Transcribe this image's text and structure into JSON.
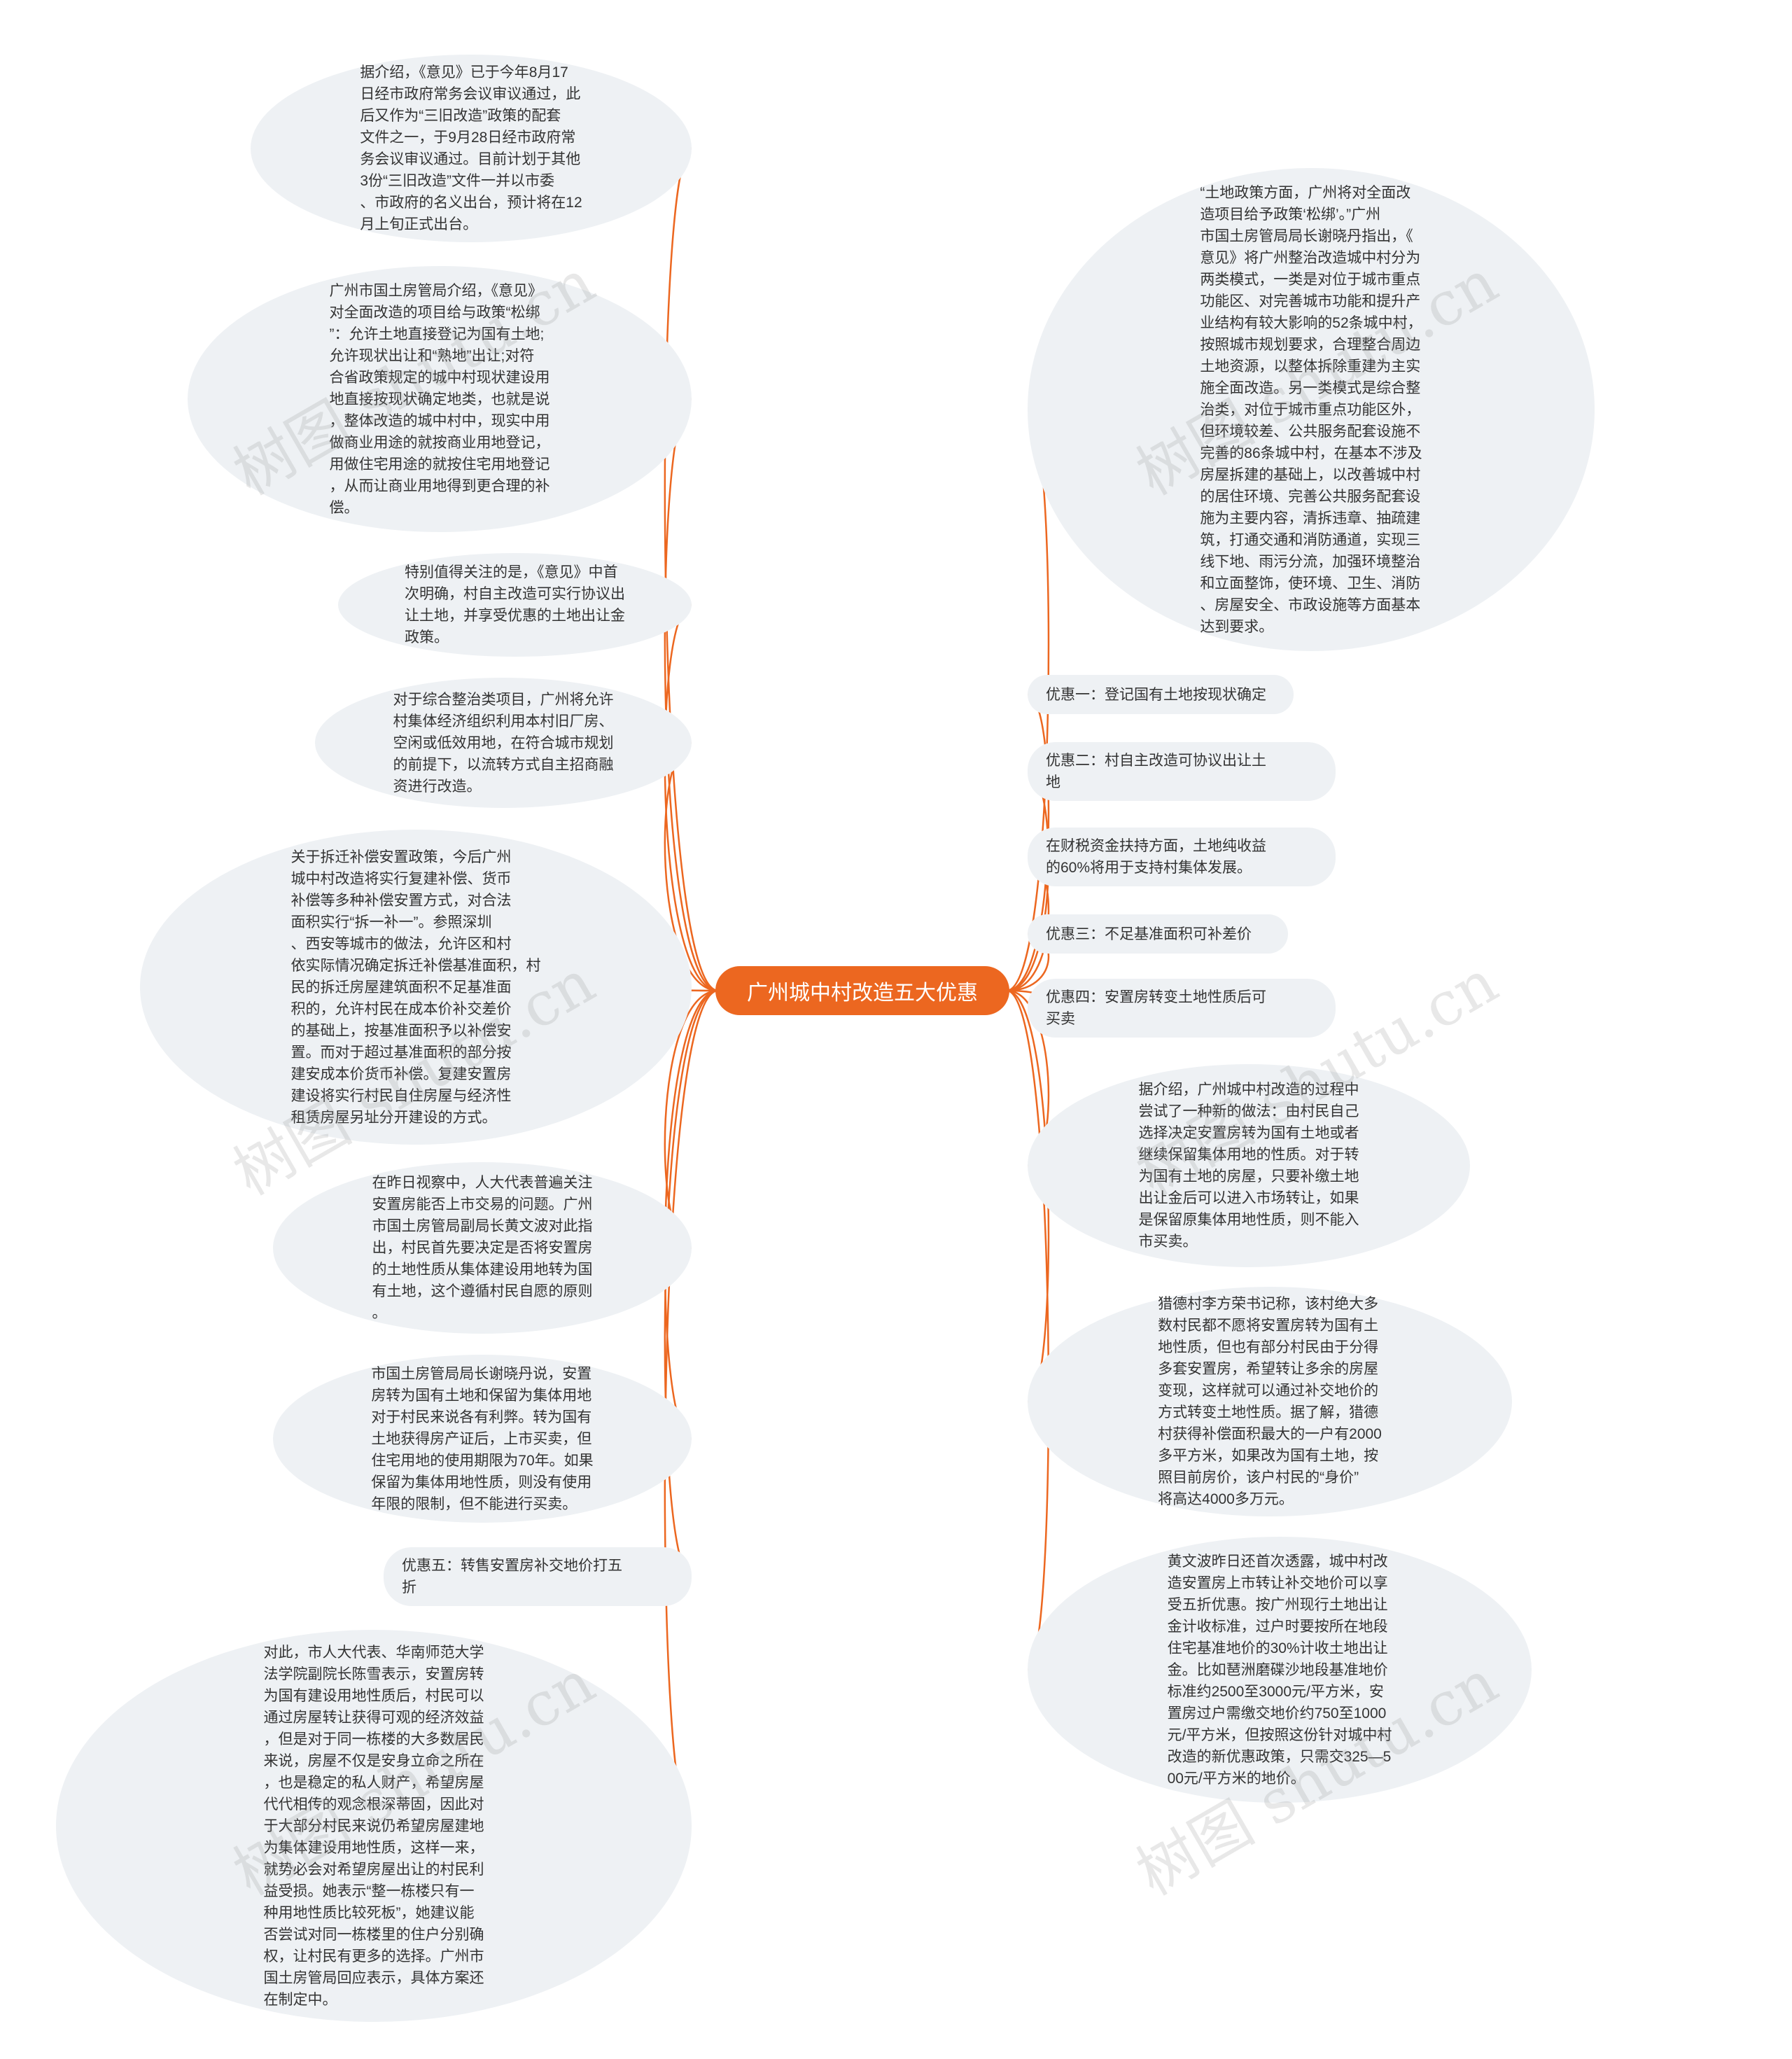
{
  "center": {
    "title": "广州城中村改造五大优惠"
  },
  "colors": {
    "accent": "#ec6720",
    "node_bg": "#eef1f4",
    "text": "#333333"
  },
  "watermark": "树图 shutu.cn",
  "left_nodes": [
    {
      "text": "据介绍，《意见》已于今年8月17\n日经市政府常务会议审议通过，此\n后又作为“三旧改造”政策的配套\n文件之一，于9月28日经市政府常\n务会议审议通过。目前计划于其他\n3份“三旧改造”文件一并以市委\n、市政府的名义出台，预计将在12\n月上旬正式出台。"
    },
    {
      "text": "广州市国土房管局介绍，《意见》\n对全面改造的项目给与政策“松绑\n”：允许土地直接登记为国有土地;\n允许现状出让和“熟地”出让;对符\n合省政策规定的城中村现状建设用\n地直接按现状确定地类，也就是说\n，整体改造的城中村中，现实中用\n做商业用途的就按商业用地登记，\n用做住宅用途的就按住宅用地登记\n，从而让商业用地得到更合理的补\n偿。"
    },
    {
      "text": "特别值得关注的是，《意见》中首\n次明确，村自主改造可实行协议出\n让土地，并享受优惠的土地出让金\n政策。"
    },
    {
      "text": "对于综合整治类项目，广州将允许\n村集体经济组织利用本村旧厂房、\n空闲或低效用地，在符合城市规划\n的前提下，以流转方式自主招商融\n资进行改造。"
    },
    {
      "text": "关于拆迁补偿安置政策，今后广州\n城中村改造将实行复建补偿、货币\n补偿等多种补偿安置方式，对合法\n面积实行“拆一补一”。参照深圳\n、西安等城市的做法，允许区和村\n依实际情况确定拆迁补偿基准面积，村\n民的拆迁房屋建筑面积不足基准面\n积的，允许村民在成本价补交差价\n的基础上，按基准面积予以补偿安\n置。而对于超过基准面积的部分按\n建安成本价货币补偿。复建安置房\n建设将实行村民自住房屋与经济性\n租赁房屋另址分开建设的方式。"
    },
    {
      "text": "在昨日视察中，人大代表普遍关注\n安置房能否上市交易的问题。广州\n市国土房管局副局长黄文波对此指\n出，村民首先要决定是否将安置房\n的土地性质从集体建设用地转为国\n有土地，这个遵循村民自愿的原则\n。"
    },
    {
      "text": "市国土房管局局长谢晓丹说，安置\n房转为国有土地和保留为集体用地\n对于村民来说各有利弊。转为国有\n土地获得房产证后，上市买卖，但\n住宅用地的使用期限为70年。如果\n保留为集体用地性质，则没有使用\n年限的限制，但不能进行买卖。"
    },
    {
      "text": "优惠五：转售安置房补交地价打五\n折"
    },
    {
      "text": "对此，市人大代表、华南师范大学\n法学院副院长陈雪表示，安置房转\n为国有建设用地性质后，村民可以\n通过房屋转让获得可观的经济效益\n，但是对于同一栋楼的大多数居民\n来说，房屋不仅是安身立命之所在\n，也是稳定的私人财产，希望房屋\n代代相传的观念根深蒂固，因此对\n于大部分村民来说仍希望房屋建地\n为集体建设用地性质，这样一来，\n就势必会对希望房屋出让的村民利\n益受损。她表示“整一栋楼只有一\n种用地性质比较死板”，她建议能\n否尝试对同一栋楼里的住户分别确\n权，让村民有更多的选择。广州市\n国土房管局回应表示，具体方案还\n在制定中。"
    }
  ],
  "right_nodes": [
    {
      "text": "“土地政策方面，广州将对全面改\n造项目给予政策‘松绑’。”广州\n市国土房管局局长谢晓丹指出，《\n意见》将广州整治改造城中村分为\n两类模式，一类是对位于城市重点\n功能区、对完善城市功能和提升产\n业结构有较大影响的52条城中村，\n按照城市规划要求，合理整合周边\n土地资源，以整体拆除重建为主实\n施全面改造。另一类模式是综合整\n治类，对位于城市重点功能区外，\n但环境较差、公共服务配套设施不\n完善的86条城中村，在基本不涉及\n房屋拆建的基础上，以改善城中村\n的居住环境、完善公共服务配套设\n施为主要内容，清拆违章、抽疏建\n筑，打通交通和消防通道，实现三\n线下地、雨污分流，加强环境整治\n和立面整饰，使环境、卫生、消防\n、房屋安全、市政设施等方面基本\n达到要求。"
    },
    {
      "text": "优惠一：登记国有土地按现状确定"
    },
    {
      "text": "优惠二：村自主改造可协议出让土\n地"
    },
    {
      "text": "在财税资金扶持方面，土地纯收益\n的60%将用于支持村集体发展。"
    },
    {
      "text": "优惠三：不足基准面积可补差价"
    },
    {
      "text": "优惠四：安置房转变土地性质后可\n买卖"
    },
    {
      "text": "据介绍，广州城中村改造的过程中\n尝试了一种新的做法：由村民自己\n选择决定安置房转为国有土地或者\n继续保留集体用地的性质。对于转\n为国有土地的房屋，只要补缴土地\n出让金后可以进入市场转让，如果\n是保留原集体用地性质，则不能入\n市买卖。"
    },
    {
      "text": "猎德村李方荣书记称，该村绝大多\n数村民都不愿将安置房转为国有土\n地性质，但也有部分村民由于分得\n多套安置房，希望转让多余的房屋\n变现，这样就可以通过补交地价的\n方式转变土地性质。据了解，猎德\n村获得补偿面积最大的一户有2000\n多平方米，如果改为国有土地，按\n照目前房价，该户村民的“身价”\n将高达4000多万元。"
    },
    {
      "text": "黄文波昨日还首次透露，城中村改\n造安置房上市转让补交地价可以享\n受五折优惠。按广州现行土地出让\n金计收标准，过户时要按所在地段\n住宅基准地价的30%计收土地出让\n金。比如琶洲磨碟沙地段基准地价\n标准约2500至3000元/平方米，安\n置房过户需缴交地价约750至1000\n元/平方米，但按照这份针对城中村\n改造的新优惠政策，只需交325—5\n00元/平方米的地价。"
    }
  ]
}
